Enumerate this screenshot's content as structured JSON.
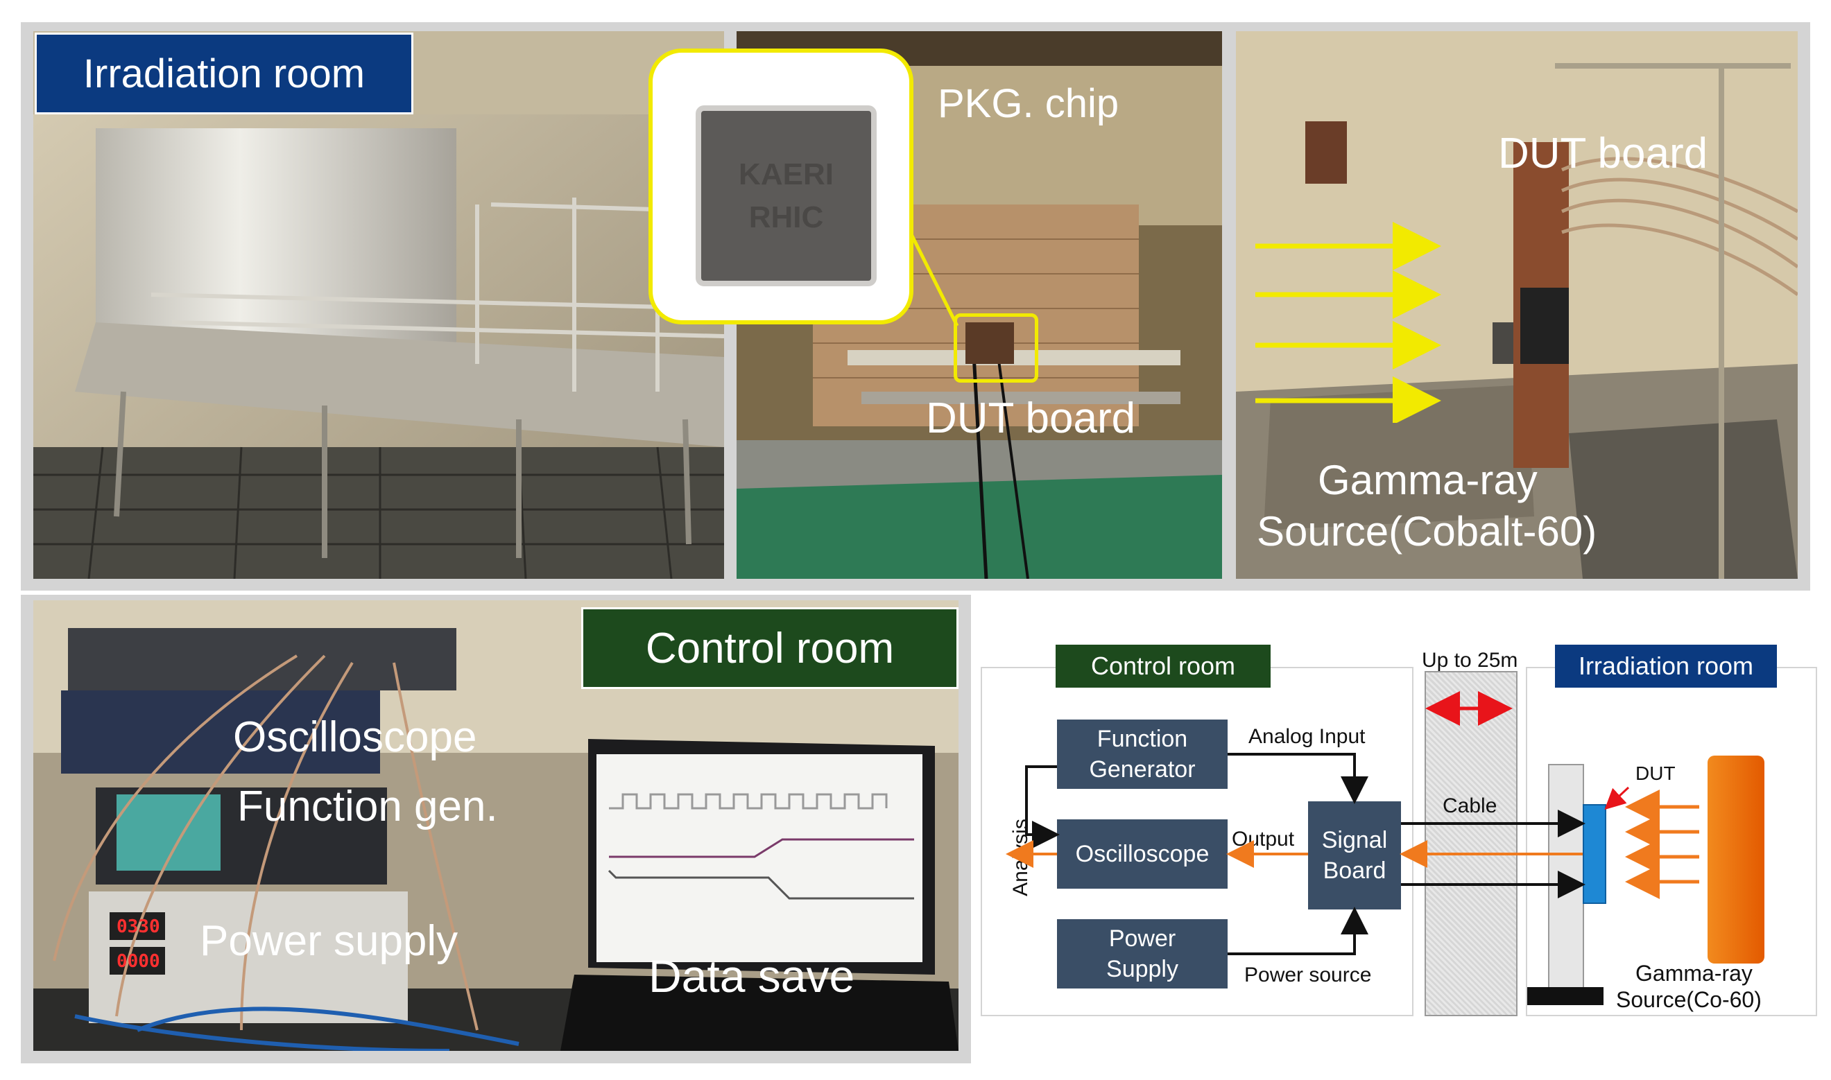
{
  "photos": {
    "irradiation_room_label": "Irradiation room",
    "pkg_chip_label": "PKG. chip",
    "chip_marking_line1": "KAERI",
    "chip_marking_line2": "RHIC",
    "dut_board_label_mid": "DUT board",
    "dut_board_label_right": "DUT board",
    "gamma_source_line1": "Gamma-ray",
    "gamma_source_line2": "Source(Cobalt-60)",
    "control_room_label": "Control room",
    "oscilloscope_label": "Oscilloscope",
    "function_gen_label": "Function gen.",
    "power_supply_label": "Power supply",
    "data_save_label": "Data save",
    "psu_readout_1": "0330",
    "psu_readout_2": "0000"
  },
  "diagram": {
    "control_room_title": "Control room",
    "irradiation_room_title": "Irradiation room",
    "cable_distance": "Up to 25m",
    "cable_label": "Cable",
    "function_generator": "Function\nGenerator",
    "oscilloscope": "Oscilloscope",
    "power_supply": "Power\nSupply",
    "signal_board": "Signal\nBoard",
    "analog_input": "Analog Input",
    "output": "Output",
    "power_source": "Power source",
    "analysis": "Analysis",
    "dut": "DUT",
    "gamma_source_line1": "Gamma-ray",
    "gamma_source_line2": "Source(Co-60)"
  },
  "colors": {
    "navy_tag": "#0b3a80",
    "green_tag": "#1d4a1d",
    "box_fill": "#3a4e66",
    "orange_arrow": "#f07a1e",
    "red_arrow": "#e8141a",
    "yellow_arrow": "#f2ea00",
    "dut_blue": "#1e88d4"
  }
}
